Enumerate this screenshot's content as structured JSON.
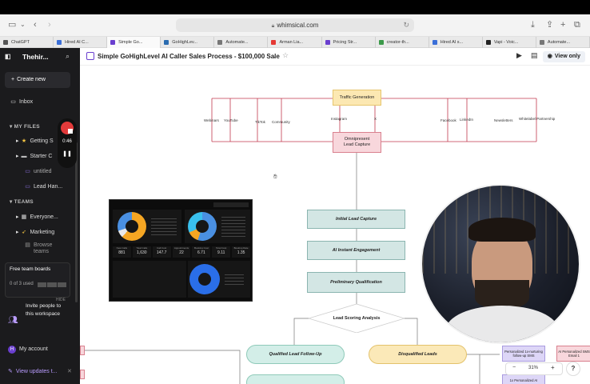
{
  "browser": {
    "url": "whimsical.com",
    "tabs": [
      {
        "label": "ChatGPT",
        "color": "#555555"
      },
      {
        "label": "Hired AI C...",
        "color": "#3b6fd8"
      },
      {
        "label": "Simple Go...",
        "color": "#6a3fcf",
        "active": true
      },
      {
        "label": "GoHighLev...",
        "color": "#2b6cb0"
      },
      {
        "label": "Automate...",
        "color": "#777777"
      },
      {
        "label": "Arman Lia...",
        "color": "#e53935"
      },
      {
        "label": "Pricing Str...",
        "color": "#6a3fcf"
      },
      {
        "label": "creator-th...",
        "color": "#3c9a4a"
      },
      {
        "label": "Hired AI s...",
        "color": "#3b6fd8"
      },
      {
        "label": "Vapi - Voic...",
        "color": "#222222"
      },
      {
        "label": "Automate...",
        "color": "#777777"
      }
    ]
  },
  "sidebar": {
    "workspace": "Thehir...",
    "create_new": "Create new",
    "inbox": "Inbox",
    "my_files_heading": "MY FILES",
    "files": [
      {
        "label": "Getting S",
        "icon": "star-icon"
      },
      {
        "label": "Starter C",
        "icon": "folder-icon"
      },
      {
        "label": "untitled",
        "icon": "doc-icon"
      },
      {
        "label": "Lead Han...",
        "icon": "doc-icon"
      }
    ],
    "teams_heading": "TEAMS",
    "teams": [
      {
        "label": "Everyone...",
        "icon": "grid-icon"
      },
      {
        "label": "Marketing",
        "icon": "rocket-icon"
      },
      {
        "label": "Browse teams",
        "icon": "browse-icon"
      }
    ],
    "free_boards_title": "Free team boards",
    "free_boards_used": "0 of 3 used",
    "invite_hide": "HIDE",
    "invite_text": "Invite people to this workspace",
    "account": "My account",
    "account_initial": "H",
    "view_updates": "View updates t..."
  },
  "recorder": {
    "time": "0:46"
  },
  "header": {
    "title": "Simple GoHighLevel AI Caller Sales Process - $100,000 Sale",
    "view_only": "View only"
  },
  "flow": {
    "traffic": "Traffic Generation",
    "omnipresent": "Omnipresent\nLead Capture",
    "channels": [
      "Webinars",
      "YouTube",
      "TikTok",
      "Community",
      "Instagram",
      "X",
      "Facebook",
      "LinkedIn",
      "Newsletters",
      "Whitelabel Partnership"
    ],
    "steps": [
      "Initial Lead Capture",
      "AI Instant Engagement",
      "Preliminary Qualification"
    ],
    "decision": "Lead Scoring Analysis",
    "qualified": "Qualified Lead Follow-Up",
    "disqualified": "Disqualified Leads",
    "nurture_1": "Personalized 1x-nurturing follow-up SMS",
    "nurture_2": "AI Personalized SMS Email 1",
    "nurture_3": "1x Personalized AI"
  },
  "dashboard": {
    "metrics": [
      {
        "label": "New Calls",
        "value": "881"
      },
      {
        "label": "Total Calls",
        "value": "1,630"
      },
      {
        "label": "Call Cost",
        "value": "147.7"
      },
      {
        "label": "Appointments",
        "value": "22"
      },
      {
        "label": "Booking Cost",
        "value": "6.71"
      },
      {
        "label": "Total Cost",
        "value": "9.11"
      },
      {
        "label": "Booking Rate",
        "value": "1.35"
      }
    ]
  },
  "zoom": {
    "level": "31%",
    "minus": "−",
    "plus": "+",
    "help": "?"
  }
}
